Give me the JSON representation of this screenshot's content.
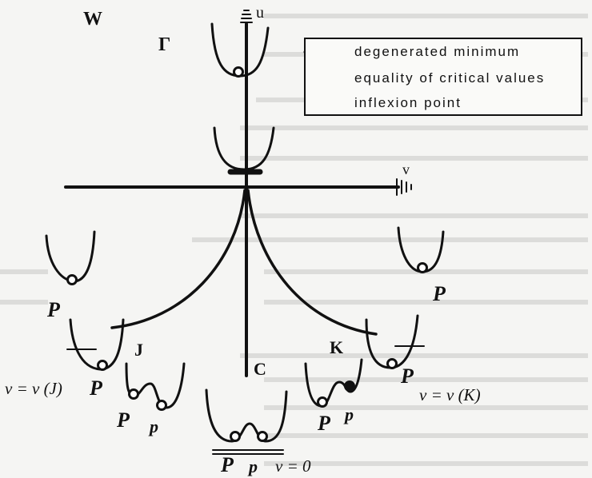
{
  "diagram": {
    "labels": {
      "W": "W",
      "Gamma": "Γ",
      "u": "u",
      "v_axis": "v",
      "J": "J",
      "K": "K",
      "C": "C",
      "P_left": "P",
      "P_right": "P",
      "P_j": "P",
      "P_k": "P",
      "P_bl": "P",
      "p_bl": "p",
      "P_br": "P",
      "p_br": "p",
      "P_bottom": "P",
      "p_bottom": "p",
      "v_eq_J": "v = v (J)",
      "v_eq_K": "v = v (K)",
      "v_eq_0": "v = 0"
    },
    "legend": {
      "items": [
        {
          "label": "degenerated minimum",
          "line": "thick"
        },
        {
          "label": "equality of critical values",
          "line": "double"
        },
        {
          "label": "inflexion point",
          "line": "thin"
        }
      ]
    }
  }
}
